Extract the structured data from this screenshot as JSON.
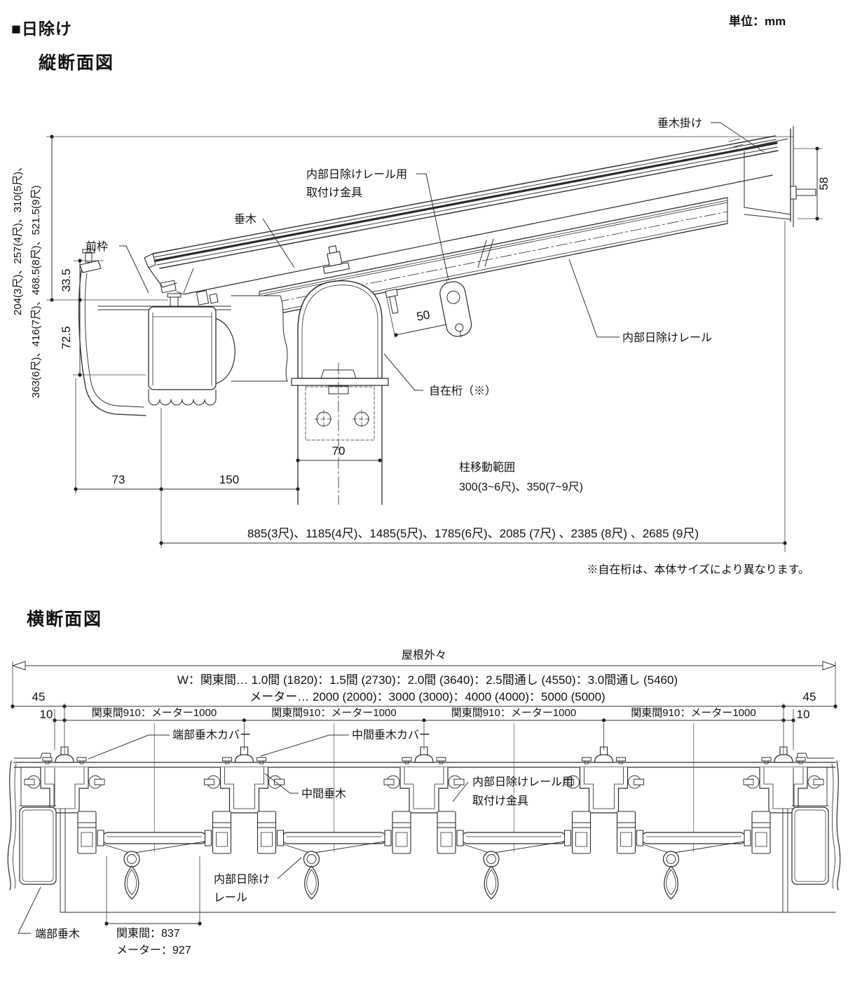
{
  "page": {
    "section_title": "■日除け",
    "unit_label": "単位：mm"
  },
  "vertical_section": {
    "title": "縦断面図",
    "labels": {
      "maewaku": "前枠",
      "taruki": "垂木",
      "tarukigake": "垂木掛け",
      "kanagu_line1": "内部日除けレール用",
      "kanagu_line2": "取付け金具",
      "naibu_rail": "内部日除けレール",
      "jizaigeta": "自在桁（※）",
      "pillar_range_line1": "柱移動範囲",
      "pillar_range_line2": "300(3~6尺)、350(7~9尺)"
    },
    "dims": {
      "left_heights_line1": "204(3尺)、257(4尺)、310(5尺)、",
      "left_heights_line2": "363(6尺)、416(7尺)、468.5(8尺)、521.5(9尺)",
      "h33_5": "33.5",
      "h72_5": "72.5",
      "h58": "58",
      "w50": "50",
      "w70": "70",
      "w73": "73",
      "w150": "150",
      "bottom_widths": "885(3尺)、1185(4尺)、1485(5尺)、1785(6尺)、2085 (7尺) 、2385 (8尺) 、2685 (9尺)"
    },
    "footnote": "※自在桁は、本体サイズにより異なります。"
  },
  "horizontal_section": {
    "title": "横断面図",
    "dims": {
      "roof_overall": "屋根外々",
      "w_line": "W：関東間… 1.0間 (1820)：1.5間 (2730)：2.0間 (3640)：2.5間通し (4550)：3.0間通し (5460)",
      "meter_line": "メーター… 2000 (2000)：3000 (3000)：4000 (4000)：5000 (5000)",
      "d45": "45",
      "d10": "10",
      "span": "関東間910：メーター1000",
      "bay_kanto": "関東間：837",
      "bay_meter": "メーター：927"
    },
    "labels": {
      "tanbu_taruki_cover": "端部垂木カバー",
      "chukan_taruki_cover": "中間垂木カバー",
      "chukan_taruki": "中間垂木",
      "kanagu_line1": "内部日除けレール用",
      "kanagu_line2": "取付け金具",
      "naibu_rail_line1": "内部日除け",
      "naibu_rail_line2": "レール",
      "tanbu_taruki": "端部垂木"
    }
  },
  "colors": {
    "line": "#2b2b2b",
    "text": "#111111",
    "background": "#ffffff"
  }
}
